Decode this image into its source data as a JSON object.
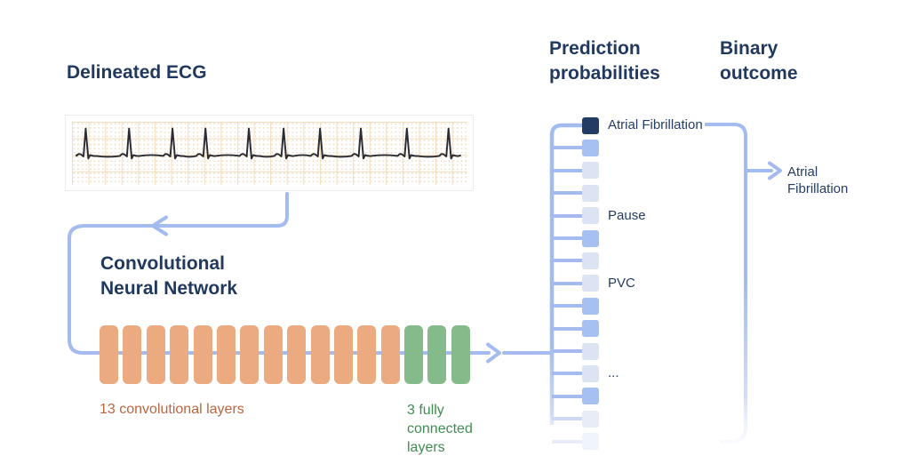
{
  "diagram": {
    "ecg": {
      "title": "Delineated ECG",
      "beats": [
        22,
        72,
        122,
        160,
        210,
        250,
        292,
        339,
        392,
        440
      ],
      "grid_color": "#f3dcbb",
      "wave_color": "#2b2b33"
    },
    "cnn": {
      "title": "Convolutional\nNeural Network",
      "conv_layer_count": 13,
      "fc_layer_count": 3,
      "conv_caption": "13 convolutional layers",
      "fc_caption": "3 fully\nconnected\nlayers",
      "conv_color": "#ecaa80",
      "fc_color": "#85bb8b",
      "conv_caption_color": "#bd6540",
      "fc_caption_color": "#3f8d51"
    },
    "prediction": {
      "title": "Prediction\nprobabilities",
      "squares": [
        {
          "color": "#243b63",
          "label": "Atrial Fibrillation"
        },
        {
          "color": "#a6c1f1",
          "label": null
        },
        {
          "color": "#dce4f3",
          "label": null
        },
        {
          "color": "#dce4f3",
          "label": null
        },
        {
          "color": "#dce4f3",
          "label": "Pause"
        },
        {
          "color": "#a6c1f1",
          "label": null
        },
        {
          "color": "#dce4f3",
          "label": null
        },
        {
          "color": "#dce4f3",
          "label": "PVC"
        },
        {
          "color": "#a6c1f1",
          "label": null
        },
        {
          "color": "#a6c1f1",
          "label": null
        },
        {
          "color": "#dce4f3",
          "label": null
        },
        {
          "color": "#dce4f3",
          "label": "..."
        },
        {
          "color": "#a6c1f1",
          "label": null
        },
        {
          "color": "#e7ecf7",
          "label": null
        },
        {
          "color": "#f0f4fb",
          "label": null
        }
      ],
      "branch_colors": {
        "normal": "#a3bbee",
        "fade1": "#ccd8f4",
        "fade2": "#e6ecf9"
      }
    },
    "binary": {
      "title": "Binary\noutcome",
      "outcome_label": "Atrial\nFibrillation"
    },
    "colors": {
      "heading_navy": "#22395f",
      "label_navy": "#253d66",
      "connector_blue": "#a3bbee"
    }
  }
}
